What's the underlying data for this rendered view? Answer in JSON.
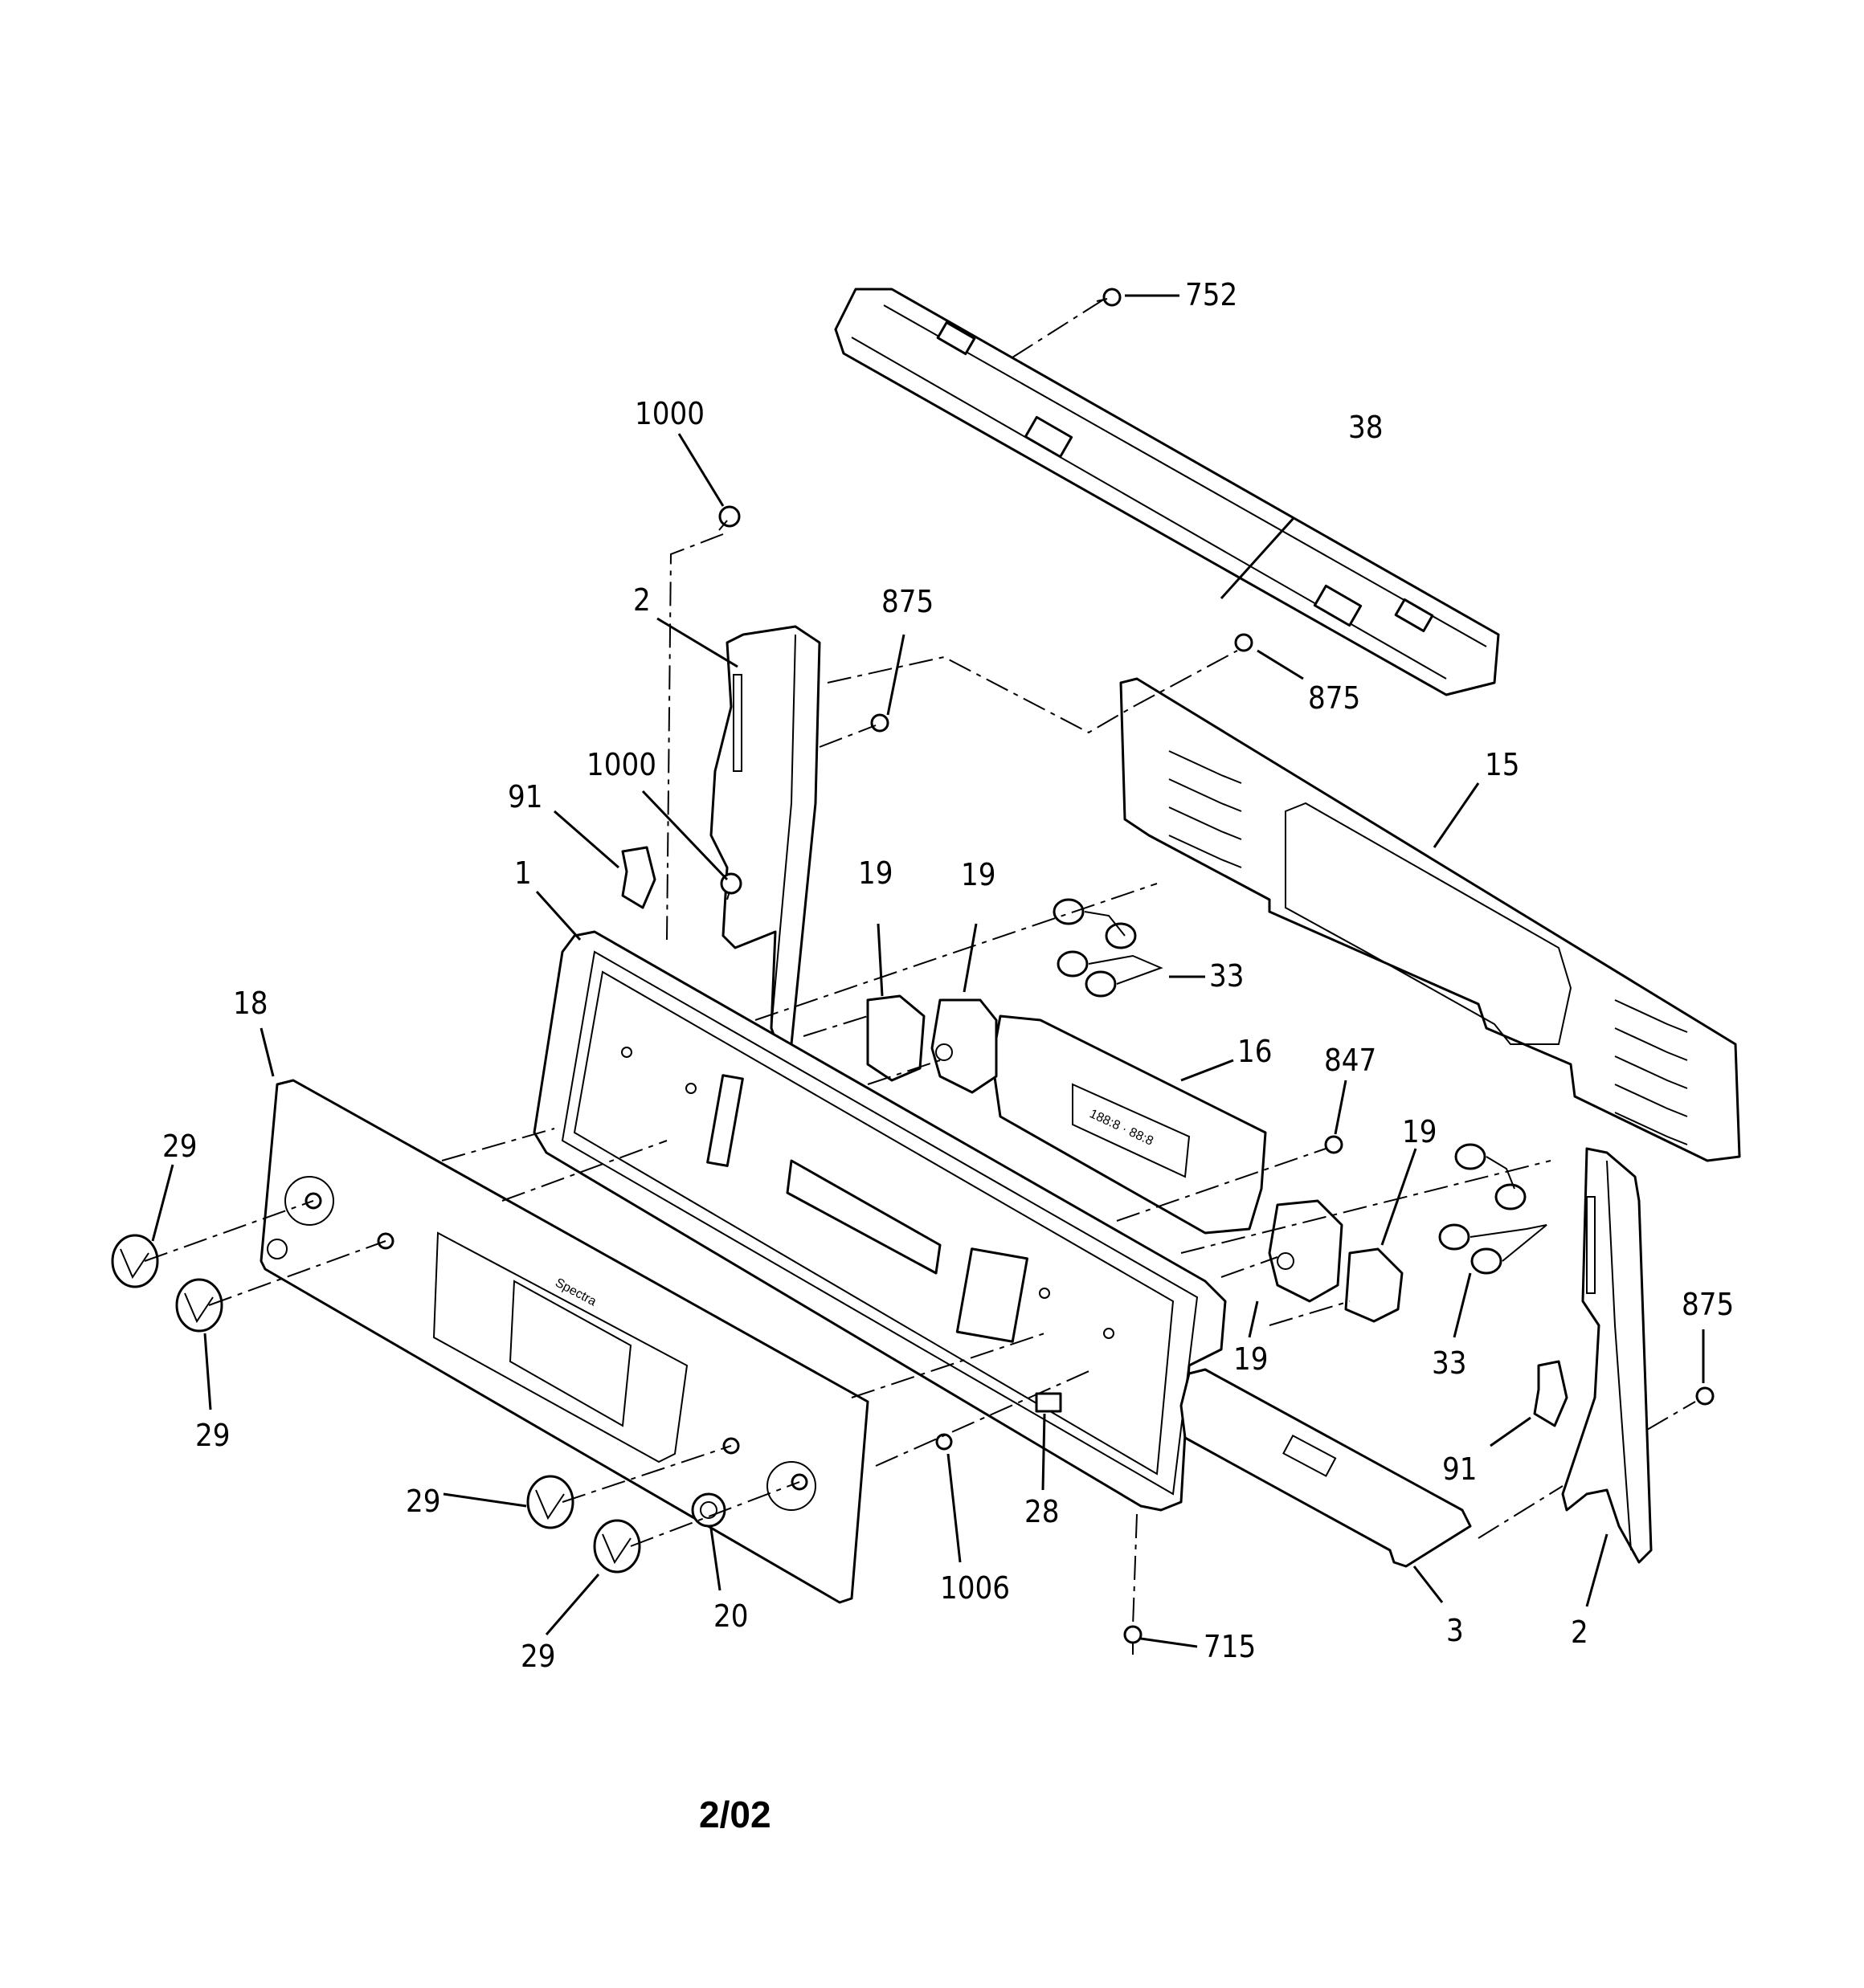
{
  "diagram": {
    "callouts": {
      "c752": "752",
      "c38": "38",
      "c1000a": "1000",
      "c2a": "2",
      "c875a": "875",
      "c875b": "875",
      "c15": "15",
      "c1000b": "1000",
      "c91a": "91",
      "c1": "1",
      "c19a": "19",
      "c19b": "19",
      "c33a": "33",
      "c18": "18",
      "c16": "16",
      "c847": "847",
      "c19c": "19",
      "c29a": "29",
      "c29b": "29",
      "c19d": "19",
      "c33b": "33",
      "c875c": "875",
      "c91b": "91",
      "c28": "28",
      "c29c": "29",
      "c20": "20",
      "c1006": "1006",
      "c715": "715",
      "c3": "3",
      "c2b": "2",
      "c29d": "29"
    },
    "panel_brand": "Spectra",
    "footer_code": "2/02"
  }
}
